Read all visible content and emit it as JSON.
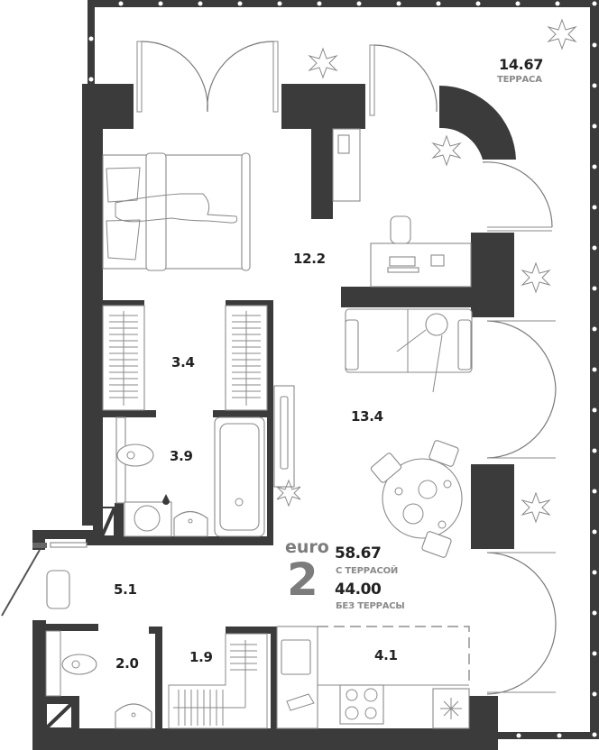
{
  "apartment": {
    "type_label": "euro",
    "rooms_count": "2",
    "total_area_with_terrace": "58.67",
    "with_terrace_caption": "С ТЕРРАСОЙ",
    "total_area_without_terrace": "44.00",
    "without_terrace_caption": "БЕЗ ТЕРРАСЫ"
  },
  "terrace": {
    "area": "14.67",
    "caption": "ТЕРРАСА"
  },
  "rooms": [
    {
      "id": "bedroom",
      "area": "12.2"
    },
    {
      "id": "wardrobe",
      "area": "3.4"
    },
    {
      "id": "bathroom",
      "area": "3.9"
    },
    {
      "id": "living-room",
      "area": "13.4"
    },
    {
      "id": "hallway",
      "area": "5.1"
    },
    {
      "id": "toilet",
      "area": "2.0"
    },
    {
      "id": "storage",
      "area": "1.9"
    },
    {
      "id": "kitchen",
      "area": "4.1"
    }
  ],
  "colors": {
    "wall": "#3b3b3b",
    "furniture_line": "#8a8a8a",
    "text_dark": "#222222",
    "text_muted": "#8a8a8a",
    "background": "#ffffff"
  }
}
